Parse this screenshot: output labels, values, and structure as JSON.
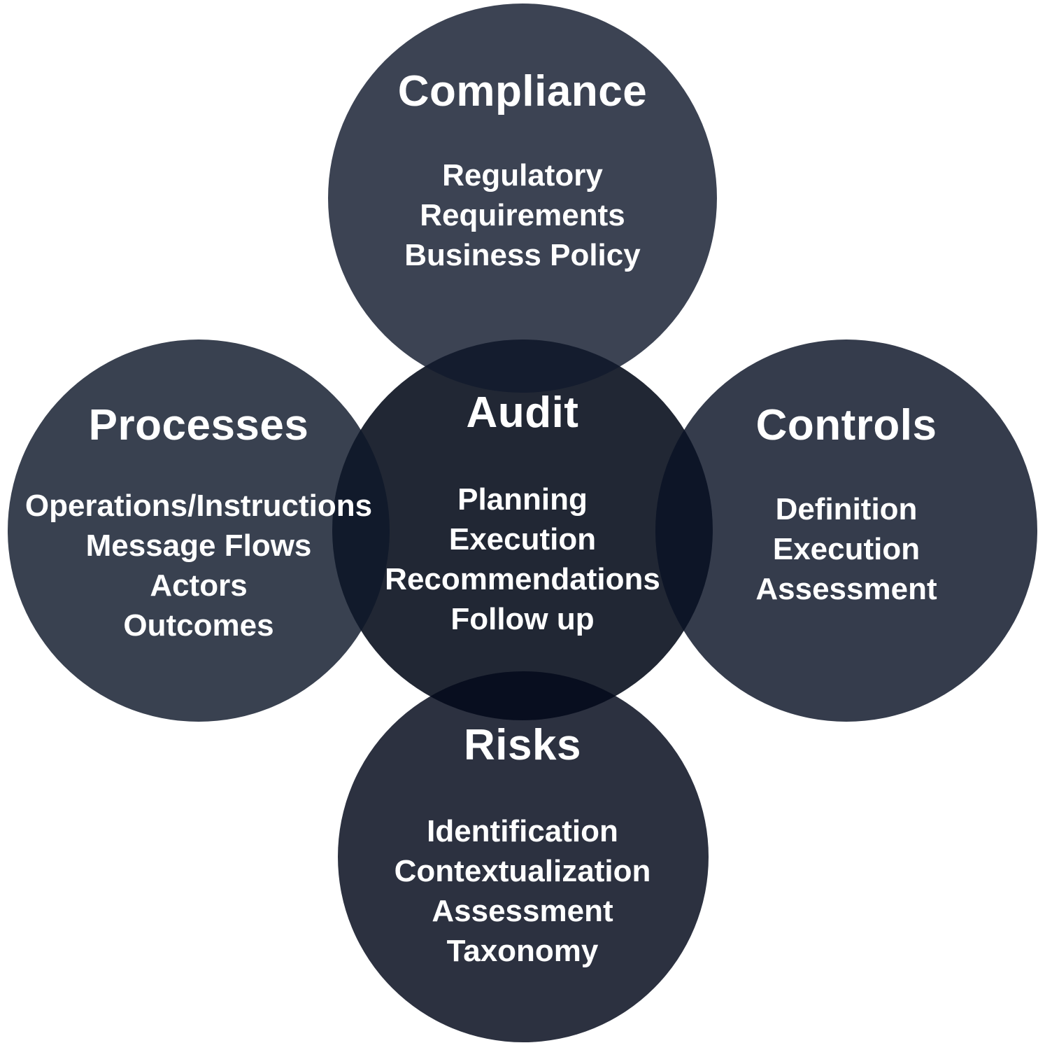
{
  "diagram": {
    "type": "venn-diagram",
    "background_color": "#ffffff",
    "text_color": "#ffffff",
    "circles": {
      "audit": {
        "title": "Audit",
        "lines": [
          "Planning",
          "Execution",
          "Recommendations",
          "Follow up"
        ],
        "position": "center",
        "fill_color": "#212734"
      },
      "compliance": {
        "title": "Compliance",
        "lines": [
          "Regulatory",
          "Requirements",
          "Business Policy"
        ],
        "position": "top",
        "fill_color": "#3c4454"
      },
      "processes": {
        "title": "Processes",
        "lines": [
          "Operations/Instructions",
          "Message Flows",
          "Actors",
          "Outcomes"
        ],
        "position": "left",
        "fill_color": "#3a4250"
      },
      "controls": {
        "title": "Controls",
        "lines": [
          "Definition",
          "Execution",
          "Assessment"
        ],
        "position": "right",
        "fill_color": "#343c4b"
      },
      "risks": {
        "title": "Risks",
        "lines": [
          "Identification",
          "Contextualization",
          "Assessment",
          "Taxonomy"
        ],
        "position": "bottom",
        "fill_color": "#2c3241"
      }
    },
    "overlap_color": "#121826"
  }
}
